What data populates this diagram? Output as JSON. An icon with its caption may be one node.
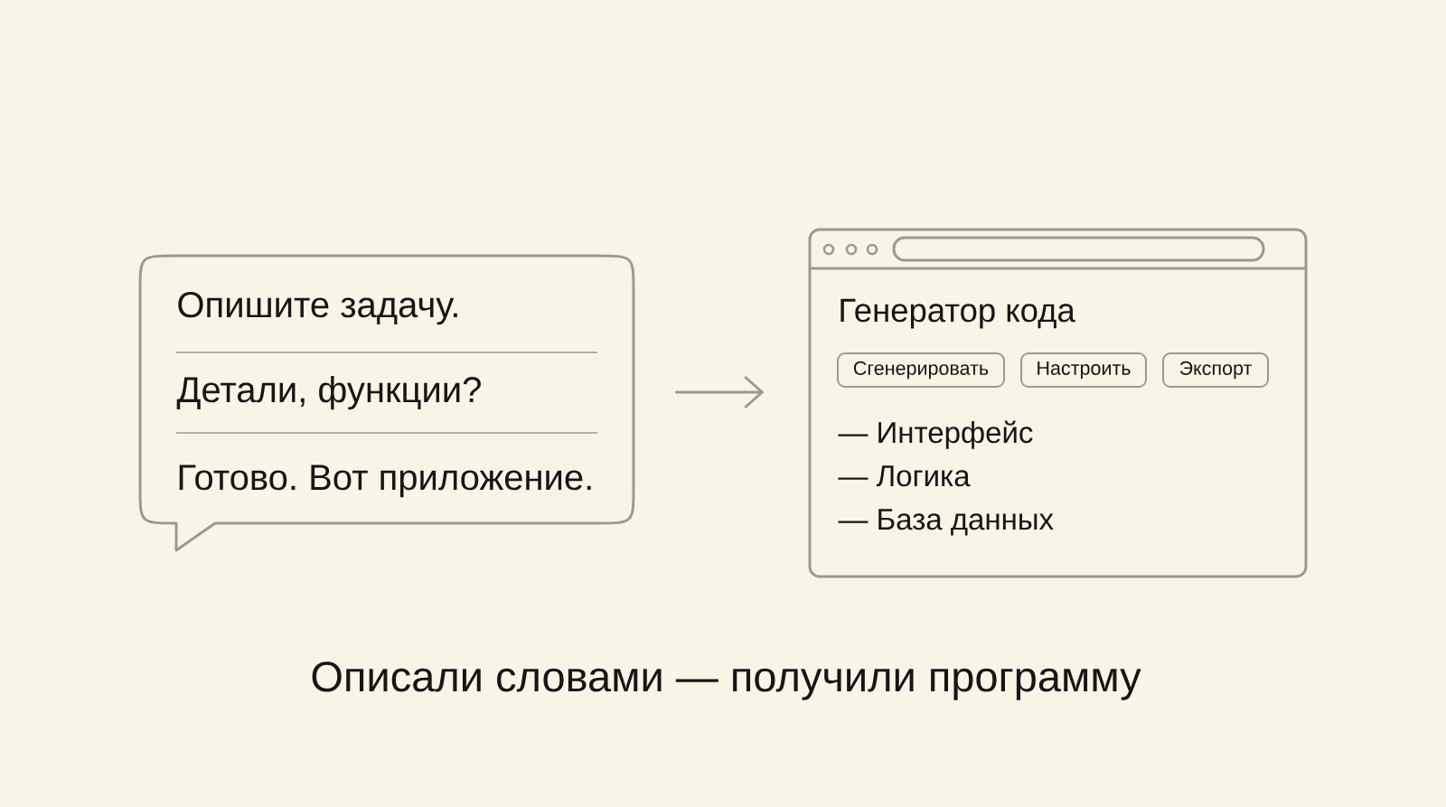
{
  "diagram": {
    "caption": "Описали словами — получили программу",
    "nodes": [
      {
        "text": [
          "Опишите задачу.",
          "Детали, функции?",
          "Готово. Вот приложение."
        ]
      },
      {
        "text": [
          "Генератор кода",
          "— Интерфейс",
          "— Логика",
          "— База данных"
        ]
      },
      {
        "text": [],
        "shape": "bar",
        "in": 1
      },
      {
        "text": [
          "Сгенерировать"
        ],
        "in": 1
      },
      {
        "text": [
          "Настроить"
        ],
        "in": 1
      },
      {
        "text": [
          "Экспорт"
        ],
        "in": 1
      }
    ],
    "edges": [
      {
        "from": 0,
        "to": 1,
        "arrow": "to"
      }
    ]
  }
}
